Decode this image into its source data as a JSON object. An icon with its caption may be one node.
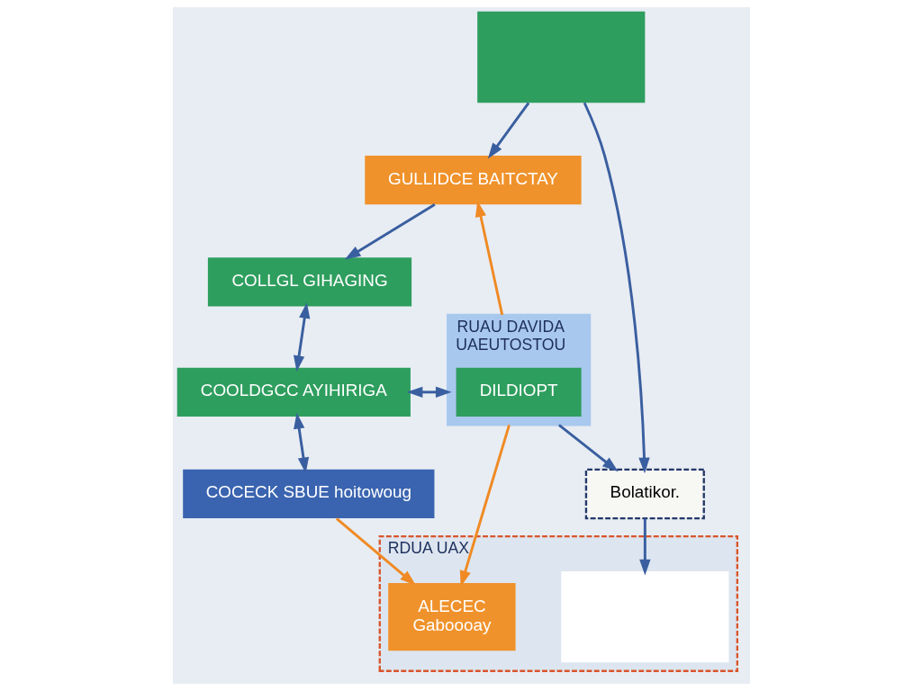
{
  "diagram": {
    "nodes": [
      {
        "text": [
          "COLLGL GIHAGING"
        ]
      },
      {
        "text": [
          "COOLDGCC AYIHIRIGA"
        ]
      },
      {
        "text": [
          "COCECK SBUE hoitowoug"
        ]
      },
      {
        "text": [
          "GULLIDCE BAITCTAY"
        ]
      },
      {
        "text": [
          "RUAU DAVIDA",
          "UAEUTOSTOU"
        ]
      },
      {
        "text": [
          "DILDIOPT"
        ],
        "in": 4
      },
      {
        "text": [
          "RDUA UAX"
        ]
      },
      {
        "text": [
          "ALECEC",
          "Gaboooay"
        ],
        "in": 6
      },
      {
        "text": [],
        "shape": "box",
        "in": 6
      },
      {
        "text": [],
        "shape": "box"
      },
      {
        "text": [
          "Bolatikor."
        ]
      }
    ],
    "edges": [
      {
        "from": 0,
        "to": 1,
        "arrow": "both"
      },
      {
        "from": 1,
        "to": 2,
        "arrow": "both"
      },
      {
        "from": 1,
        "to": 4,
        "arrow": "both"
      },
      {
        "from": 3,
        "to": 0,
        "arrow": "to"
      },
      {
        "from": 9,
        "to": 3,
        "arrow": "to"
      },
      {
        "from": 4,
        "to": 3,
        "arrow": "to",
        "color": "#f08a24"
      },
      {
        "from": 4,
        "to": 7,
        "arrow": "to",
        "color": "#f08a24"
      },
      {
        "from": 2,
        "to": 7,
        "arrow": "to",
        "color": "#f08a24"
      },
      {
        "from": 4,
        "to": 10,
        "arrow": "to"
      },
      {
        "from": 9,
        "to": 10,
        "arrow": "to"
      },
      {
        "from": 10,
        "to": 8,
        "arrow": "to"
      }
    ]
  }
}
